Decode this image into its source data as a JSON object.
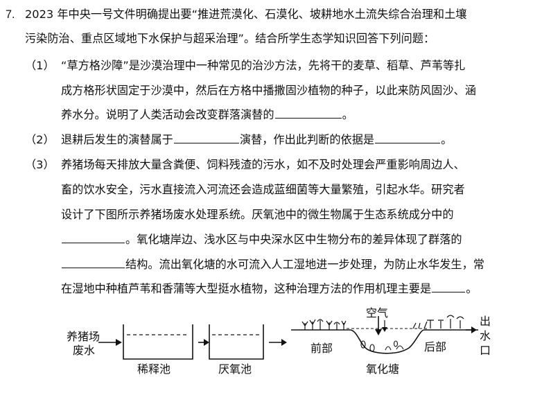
{
  "question": {
    "number": "7.",
    "intro_line1": "2023 年中央一号文件明确提出要“推进荒漠化、石漠化、坡耕地水土流失综合治理和土壤",
    "intro_line2": "污染防治、重点区域地下水保护与超采治理”。结合所学生态学知识回答下列问题："
  },
  "part1": {
    "label": "（1）",
    "line1": "“草方格沙障”是沙漠治理中一种常见的治沙方法，先将干的麦草、稻草、芦苇等扎",
    "line2": "成方格形状固定于沙漠中，然后在方格中播撒固沙植物的种子，以此来防风固沙、涵",
    "line3_before": "养水分。说明了人类活动会改变群落演替的",
    "line3_after": "。"
  },
  "part2": {
    "label": "（2）",
    "before": "退耕后发生的演替属于",
    "middle": "演替，作出此判断的依据是",
    "after": "。"
  },
  "part3": {
    "label": "（3）",
    "line1": "养猪场每天排放大量含粪便、饲料残渣的污水，如不及时处理会严重影响周边人、",
    "line2": "畜的饮水安全，污水直接流入河流还会造成蓝细菌等大量繁殖，引起水华。研究者",
    "line3": "设计了下图所示养猪场废水处理系统。厌氧池中的微生物属于生态系统成分中的",
    "line4_after": "。氧化塘岸边、浅水区与中央深水区中生物分布的差异体现了群落的",
    "line5_after": "结构。流出氧化塘的水可流入人工湿地进一步处理，为防止水华发生，常",
    "line6_before": "在湿地中种植芦苇和香蒲等大型挺水植物，这种治理方法的作用机理主要是",
    "line6_after": "。"
  },
  "diagram": {
    "source_line1": "养猪场",
    "source_line2": "废水",
    "dilution_pool": "稀释池",
    "anaerobic_pool": "厌氧池",
    "air": "空气",
    "front": "前部",
    "oxidation_pond": "氧化塘",
    "rear": "后部",
    "outlet_1": "出",
    "outlet_2": "水",
    "outlet_3": "口"
  }
}
